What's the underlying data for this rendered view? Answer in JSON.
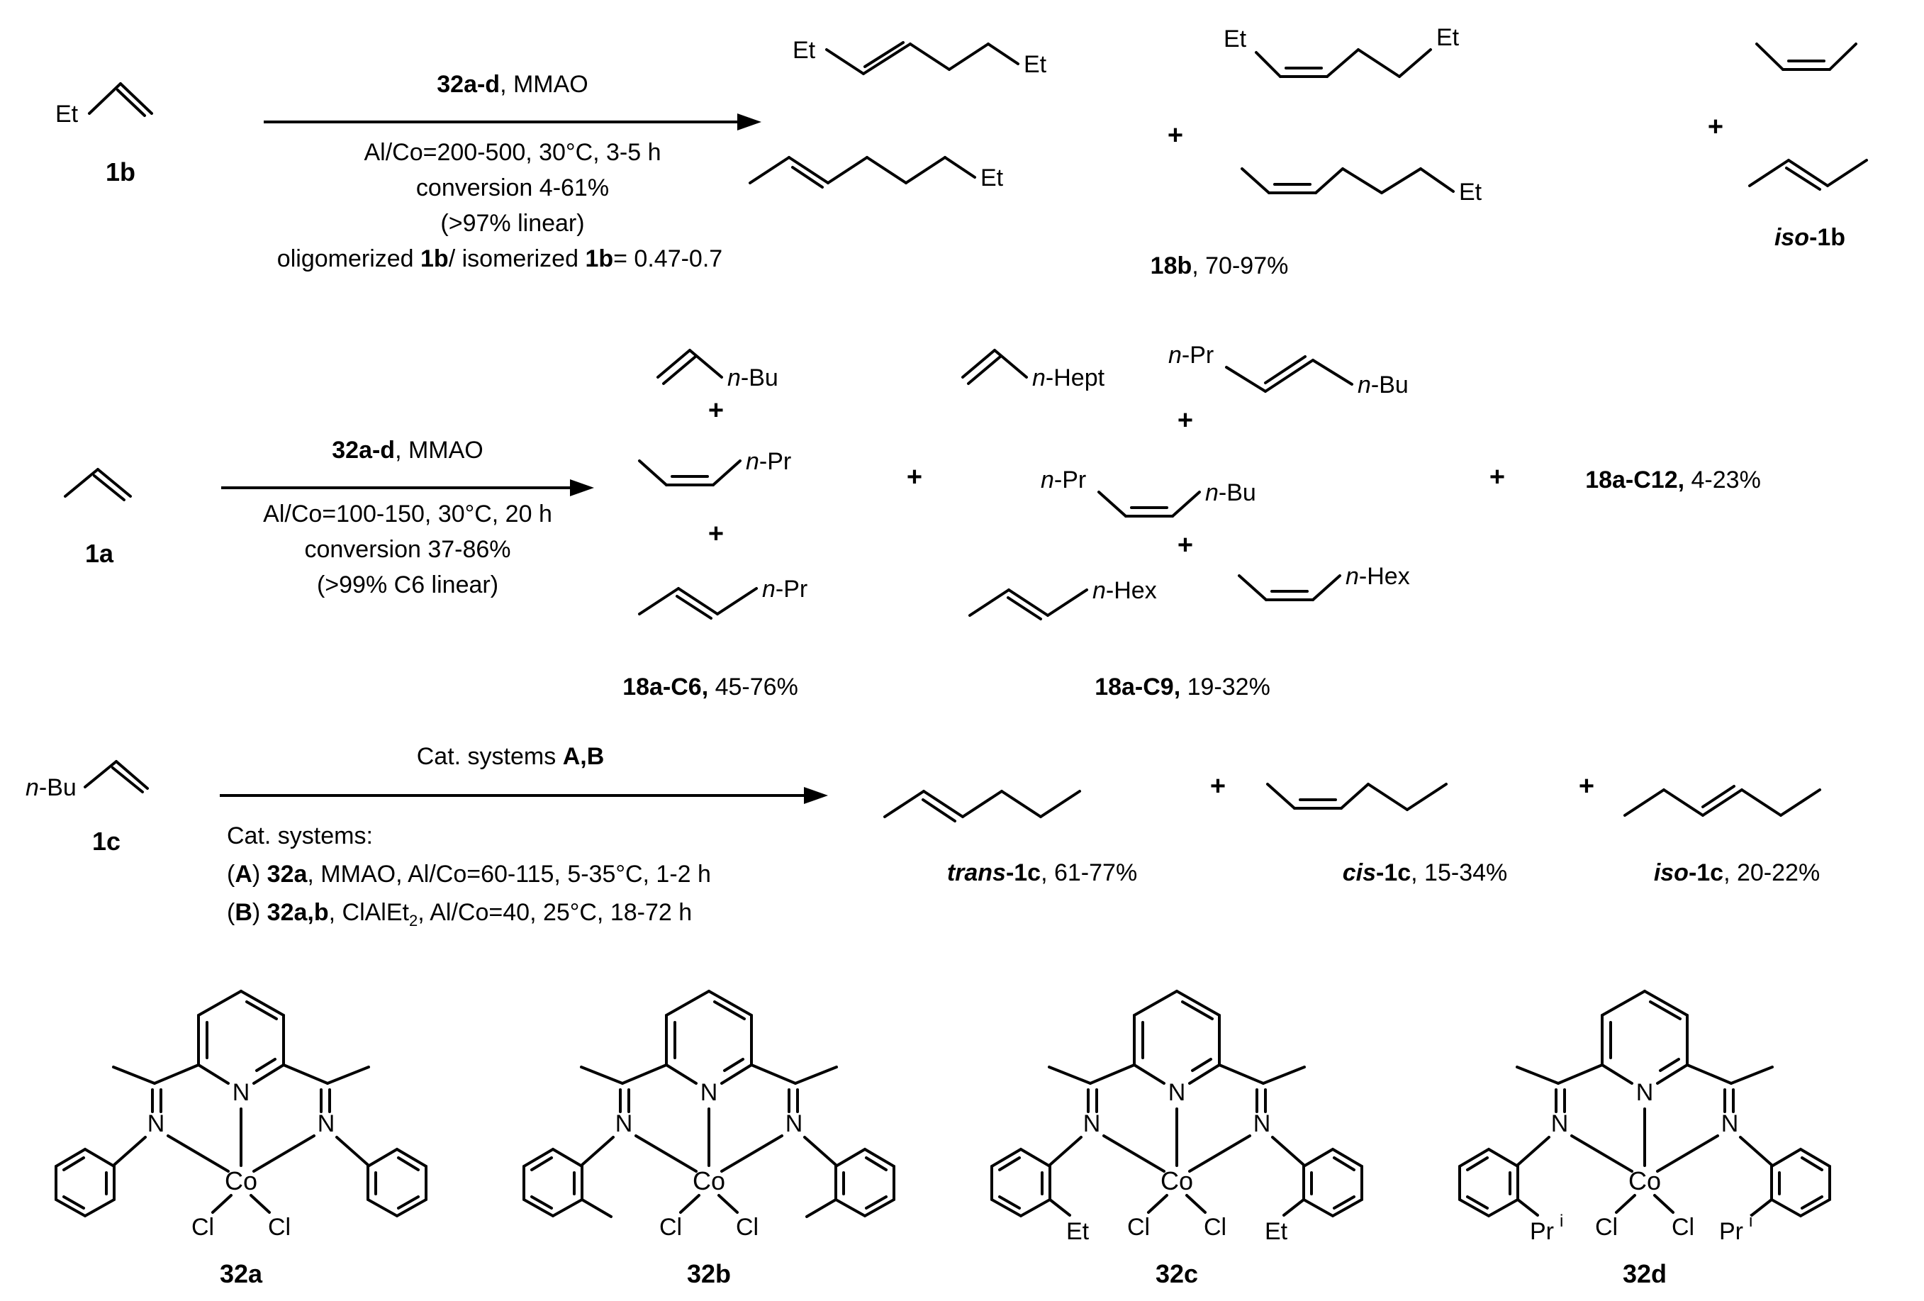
{
  "symbols": {
    "plus": "+"
  },
  "atoms": {
    "et": "Et",
    "n": "n",
    "bu": "-Bu",
    "pr": "-Pr",
    "hept": "-Hept",
    "hex": "-Hex",
    "N": "N",
    "Co": "Co",
    "Cl": "Cl",
    "ipr_base": "Pr",
    "ipr_sup": "i"
  },
  "r1": {
    "reactant_label": "1b",
    "above_bold": "32a-d",
    "above_rest": ", MMAO",
    "cond1": "Al/Co=200-500, 30°C, 3-5 h",
    "cond2": "conversion 4-61%",
    "cond3": "(>97% linear)",
    "cond4": [
      "oligomerized ",
      "1b",
      "/ isomerized ",
      "1b",
      "= 0.47-0.7"
    ],
    "product_label": [
      "18b",
      ", 70-97%"
    ],
    "iso_label": [
      "iso",
      "-1b"
    ]
  },
  "r2": {
    "reactant_label": "1a",
    "above_bold": "32a-d",
    "above_rest": ", MMAO",
    "cond1": "Al/Co=100-150, 30°C, 20 h",
    "cond2": "conversion 37-86%",
    "cond3": "(>99% C6 linear)",
    "c6_label": [
      "18a-C6,",
      " 45-76%"
    ],
    "c9_label": [
      "18a-C9,",
      " 19-32%"
    ],
    "c12_label": [
      "18a-C12,",
      " 4-23%"
    ]
  },
  "r3": {
    "reactant_label": "1c",
    "above": [
      "Cat. systems ",
      "A,B"
    ],
    "cond_header": "Cat. systems:",
    "condA": [
      "(",
      "A",
      ") ",
      "32a",
      ", MMAO, Al/Co=60-115, 5-35°C, 1-2 h"
    ],
    "condB": [
      "(",
      "B",
      ") ",
      "32a,b",
      ", ClAlEt",
      "2",
      ", Al/Co=40, 25°C, 18-72 h"
    ],
    "trans_label": [
      "trans",
      "-1c",
      ", 61-77%"
    ],
    "cis_label": [
      "cis",
      "-1c",
      ", 15-34%"
    ],
    "iso_label": [
      "iso",
      "-1c",
      ", 20-22%"
    ]
  },
  "catalysts": {
    "a": "32a",
    "b": "32b",
    "c": "32c",
    "d": "32d"
  }
}
